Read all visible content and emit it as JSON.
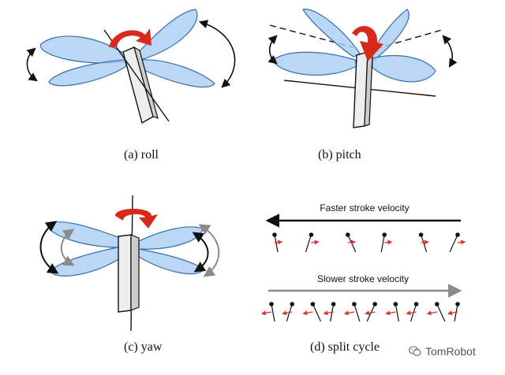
{
  "panels": [
    {
      "id": "roll",
      "caption": "(a) roll"
    },
    {
      "id": "pitch",
      "caption": "(b) pitch"
    },
    {
      "id": "yaw",
      "caption": "(c) yaw"
    },
    {
      "id": "split",
      "caption": "(d) split cycle"
    }
  ],
  "split_cycle": {
    "faster_label": "Faster stroke velocity",
    "slower_label": "Slower stroke velocity",
    "faster_glyphs": 6,
    "slower_glyphs": 10
  },
  "watermark": {
    "text": "TomRobot",
    "icon": "wechat-icon"
  },
  "colors": {
    "wing_fill": "#a9cdf2",
    "wing_stroke": "#3b6fa8",
    "rotation_arrow": "#d9281c",
    "force_arrow": "#e03030",
    "outline": "#111111",
    "slower_arrow": "#8a8a8a"
  }
}
